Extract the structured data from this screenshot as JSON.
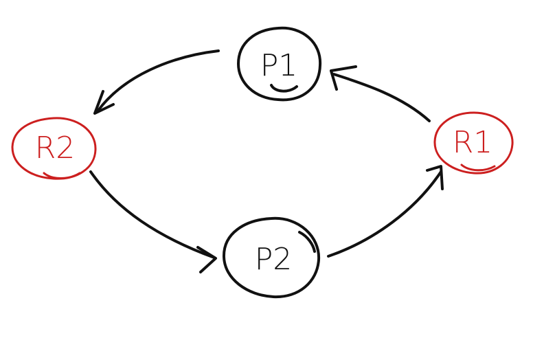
{
  "colors": {
    "process": "#111111",
    "resource": "#cc1f1f",
    "edge": "#111111",
    "background": "#ffffff"
  },
  "nodes": {
    "p1": {
      "label": "P1",
      "type": "process"
    },
    "p2": {
      "label": "P2",
      "type": "process"
    },
    "r1": {
      "label": "R1",
      "type": "resource"
    },
    "r2": {
      "label": "R2",
      "type": "resource"
    }
  },
  "edges": [
    {
      "from": "p1",
      "to": "r2"
    },
    {
      "from": "r2",
      "to": "p2"
    },
    {
      "from": "p2",
      "to": "r1"
    },
    {
      "from": "r1",
      "to": "p1"
    }
  ]
}
